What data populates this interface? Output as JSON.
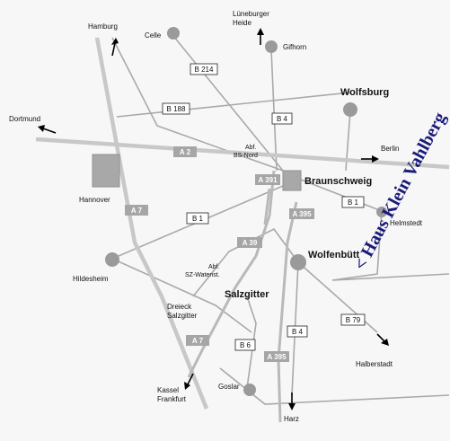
{
  "brand_text": "< Haus Klein Vahlberg",
  "places": [
    {
      "key": "hamburg",
      "label": "Hamburg"
    },
    {
      "key": "celle",
      "label": "Celle"
    },
    {
      "key": "lueneburger",
      "label": "Lüneburger"
    },
    {
      "key": "heide",
      "label": "Heide"
    },
    {
      "key": "gifhorn",
      "label": "Gifhorn"
    },
    {
      "key": "wolfsburg",
      "label": "Wolfsburg"
    },
    {
      "key": "dortmund",
      "label": "Dortmund"
    },
    {
      "key": "berlin",
      "label": "Berlin"
    },
    {
      "key": "hannover",
      "label": "Hannover"
    },
    {
      "key": "braunschweig",
      "label": "Braunschweig"
    },
    {
      "key": "helmstedt",
      "label": "Helmstedt"
    },
    {
      "key": "hildesheim",
      "label": "Hildesheim"
    },
    {
      "key": "wolfenbuettel",
      "label": "Wolfenbütt"
    },
    {
      "key": "salzgitter",
      "label": "Salzgitter"
    },
    {
      "key": "dreieck",
      "label": "Dreieck"
    },
    {
      "key": "salzgitter2",
      "label": "Salzgitter"
    },
    {
      "key": "abf_sz",
      "label": "Abf."
    },
    {
      "key": "sz_watenst",
      "label": "SZ-Watenst."
    },
    {
      "key": "abf_bs",
      "label": "Abf."
    },
    {
      "key": "bs_nord",
      "label": "BS-Nord"
    },
    {
      "key": "kassel",
      "label": "Kassel"
    },
    {
      "key": "frankfurt",
      "label": "Frankfurt"
    },
    {
      "key": "goslar",
      "label": "Goslar"
    },
    {
      "key": "harz",
      "label": "Harz"
    },
    {
      "key": "halberstadt",
      "label": "Halberstadt"
    }
  ],
  "highways": {
    "a2": "A 2",
    "a391": "A 391",
    "a395_top": "A 395",
    "a7_top": "A 7",
    "a39": "A 39",
    "a7_bottom": "A 7",
    "a395_bottom": "A 395"
  },
  "federal_roads": {
    "b214": "B 214",
    "b188": "B 188",
    "b4_top": "B 4",
    "b1_left": "B 1",
    "b1_right": "B 1",
    "b4_bottom": "B 4",
    "b79": "B 79",
    "b6": "B 6"
  }
}
